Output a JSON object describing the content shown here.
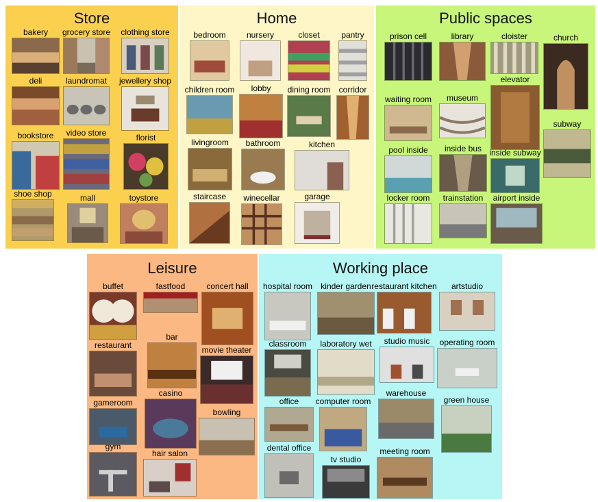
{
  "colors": {
    "store": "#fbd04f",
    "home": "#fef6c6",
    "public": "#c8f67a",
    "leisure": "#fbb882",
    "working": "#b6f6f4"
  },
  "panels": {
    "store": {
      "title": "Store",
      "items": {
        "bakery": "bakery",
        "grocery": "grocery store",
        "clothing": "clothing store",
        "deli": "deli",
        "laundromat": "laundromat",
        "jewellery": "jewellery shop",
        "bookstore": "bookstore",
        "video": "video store",
        "florist": "florist",
        "shoe": "shoe shop",
        "mall": "mall",
        "toystore": "toystore"
      }
    },
    "home": {
      "title": "Home",
      "items": {
        "bedroom": "bedroom",
        "nursery": "nursery",
        "closet": "closet",
        "pantry": "pantry",
        "children": "children room",
        "lobby": "lobby",
        "dining": "dining room",
        "corridor": "corridor",
        "livingroom": "livingroom",
        "bathroom": "bathroom",
        "kitchen": "kitchen",
        "staircase": "staircase",
        "winecellar": "winecellar",
        "garage": "garage"
      }
    },
    "public": {
      "title": "Public spaces",
      "items": {
        "prison": "prison cell",
        "library": "library",
        "cloister": "cloister",
        "church": "church",
        "waiting": "waiting room",
        "museum": "museum",
        "elevator": "elevator",
        "pool": "pool inside",
        "bus": "inside bus",
        "insubway": "inside subway",
        "subway": "subway",
        "locker": "locker room",
        "train": "trainstation",
        "airport": "airport inside"
      }
    },
    "leisure": {
      "title": "Leisure",
      "items": {
        "buffet": "buffet",
        "fastfood": "fastfood",
        "concert": "concert hall",
        "bar": "bar",
        "restaurant": "restaurant",
        "movie": "movie theater",
        "casino": "casino",
        "gameroom": "gameroom",
        "bowling": "bowling",
        "gym": "gym",
        "hairsalon": "hair salon"
      }
    },
    "working": {
      "title": "Working place",
      "items": {
        "hospital": "hospital room",
        "kinder": "kinder garden",
        "rkitchen": "restaurant kitchen",
        "artstudio": "artstudio",
        "classroom": "classroom",
        "labwet": "laboratory wet",
        "studiomusic": "studio music",
        "operating": "operating room",
        "office": "office",
        "computer": "computer room",
        "warehouse": "warehouse",
        "greenhouse": "green house",
        "dental": "dental office",
        "tvstudio": "tv studio",
        "meeting": "meeting room"
      }
    }
  }
}
